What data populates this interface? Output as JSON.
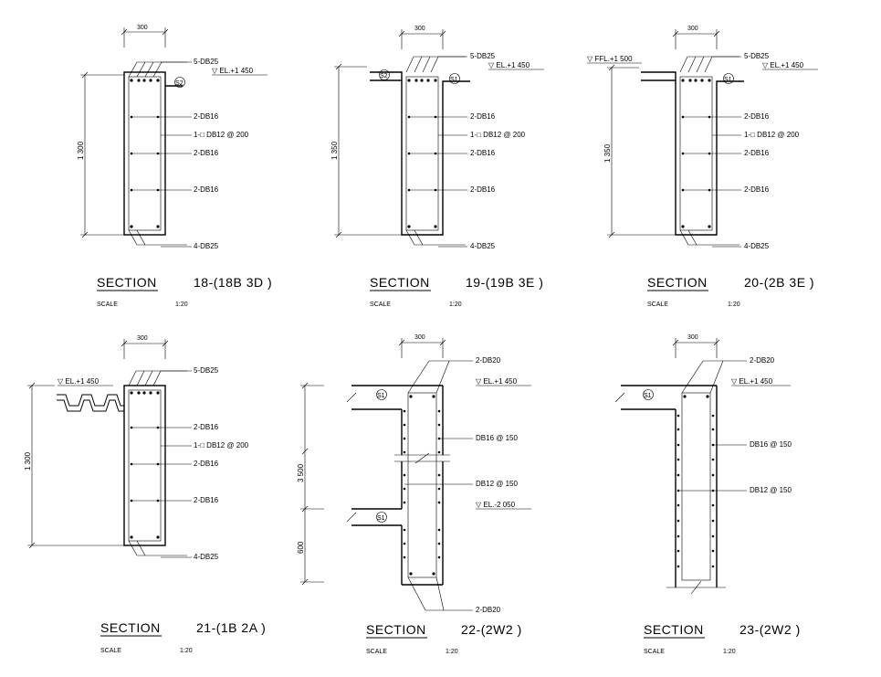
{
  "common": {
    "scale_label": "SCALE",
    "scale_value": "1:20",
    "width_dim": "300",
    "link_label": "1-□ DB12 @ 200",
    "slab_tag": "S1",
    "slab_tag2": "S2"
  },
  "sections": [
    {
      "id": "18",
      "title_word": "SECTION",
      "title_num": "18-(18B 3D )",
      "height_dim": "1 300",
      "level": "▽ EL.+1 450",
      "top_bars": "5-DB25",
      "side_bars": [
        "2-DB16",
        "2-DB16",
        "2-DB16"
      ],
      "bottom_bars": "4-DB25"
    },
    {
      "id": "19",
      "title_word": "SECTION",
      "title_num": "19-(19B 3E )",
      "height_dim": "1 350",
      "level": "▽ EL.+1 450",
      "top_bars": "5-DB25",
      "side_bars": [
        "2-DB16",
        "2-DB16",
        "2-DB16"
      ],
      "bottom_bars": "4-DB25"
    },
    {
      "id": "20",
      "title_word": "SECTION",
      "title_num": "20-(2B 3E )",
      "height_dim": "1 350",
      "level": "▽ EL.+1 450",
      "level2": "▽ FFL.+1 500",
      "top_bars": "5-DB25",
      "side_bars": [
        "2-DB16",
        "2-DB16",
        "2-DB16"
      ],
      "bottom_bars": "4-DB25"
    },
    {
      "id": "21",
      "title_word": "SECTION",
      "title_num": "21-(1B 2A )",
      "height_dim": "1 300",
      "level": "▽ EL.+1 450",
      "top_bars": "5-DB25",
      "side_bars": [
        "2-DB16",
        "2-DB16",
        "2-DB16"
      ],
      "bottom_bars": "4-DB25"
    },
    {
      "id": "22",
      "title_word": "SECTION",
      "title_num": "22-(2W2 )",
      "height_dim": "3 500",
      "height_dim2": "600",
      "level": "▽ EL.+1 450",
      "level2": "▽ EL.-2 050",
      "top_bars": "2-DB20",
      "bar_a": "DB16 @ 150",
      "bar_b": "DB12 @ 150",
      "bottom_bars": "2-DB20"
    },
    {
      "id": "23",
      "title_word": "SECTION",
      "title_num": "23-(2W2 )",
      "level": "▽ EL.+1 450",
      "top_bars": "2-DB20",
      "bar_a": "DB16 @ 150",
      "bar_b": "DB12 @ 150"
    }
  ]
}
